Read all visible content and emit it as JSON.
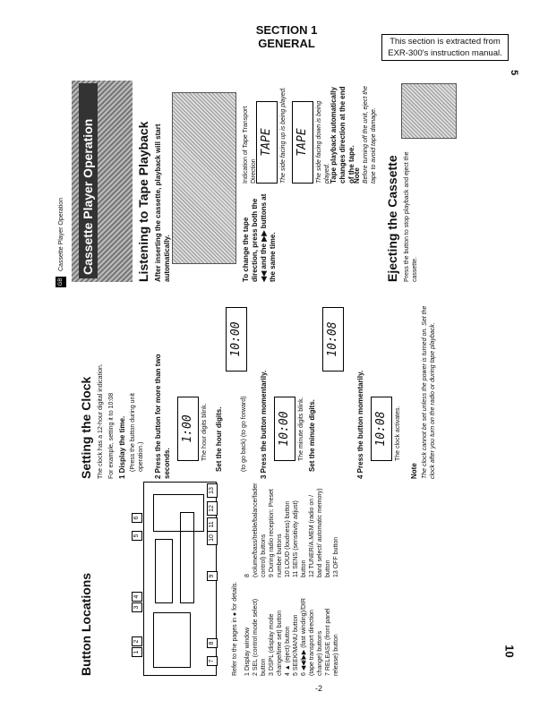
{
  "header": {
    "section": "SECTION 1",
    "general": "GENERAL",
    "note": "This section is extracted from EXR-300's instruction manual."
  },
  "page_numbers": {
    "left": "10",
    "right": "5",
    "tick": "-2"
  },
  "button_locations": {
    "title": "Button Locations",
    "intro": "Refer to the pages in ● for details.",
    "items": [
      "1 Display window",
      "2 SEL (control mode select) button",
      "3 DSPL (display mode change/time set) button",
      "4 ▲ (eject) button",
      "5 SEEK/MANU button",
      "6 ◀◀/▶▶ (fast winding)/DIR (tape transport direction change) buttons",
      "7 RELEASE (front panel release) button",
      "8 (volume/bass/treble/balance/fader control) buttons",
      "9 During radio reception: Preset number buttons",
      "10 LOUD (loudness) button",
      "11 SENS (sensitivity adjust) button",
      "12 TUNER/A.MEM (radio on / band select/ automatic memory) button",
      "13 OFF button"
    ],
    "callouts": [
      "1",
      "2",
      "3",
      "4",
      "5",
      "6",
      "7",
      "8",
      "9",
      "10",
      "11",
      "12",
      "13"
    ]
  },
  "setting_clock": {
    "title": "Setting the Clock",
    "intro": "The clock has a 12-hour digital indication.",
    "example": "For example, setting it to 10:08",
    "step1": "1 Display the time.",
    "step1b": "(Press the button during unit operation.)",
    "step2": "2 Press the button for more than two seconds.",
    "lcd1": "1:00",
    "cap1": "The hour digits blink.",
    "set_hour": "Set the hour digits.",
    "go": "(to go back) (to go forward)",
    "lcd2": "10:00",
    "step3": "3 Press the button momentarily.",
    "lcd3": "10:00",
    "cap3": "The minute digits blink.",
    "set_min": "Set the minute digits.",
    "lcd4": "10:08",
    "step4": "4 Press the button momentarily.",
    "lcd5": "10:08",
    "cap5": "The clock activates.",
    "note_title": "Note",
    "note": "The clock cannot be set unless the power is turned on. Set the clock after you turn on the radio or during tape playback."
  },
  "cassette": {
    "tab": "GB",
    "header": "Cassette Player Operation",
    "title": "Cassette Player Operation",
    "listening_title": "Listening to Tape Playback",
    "listening_text": "After inserting the cassette, playback will start automatically.",
    "direction_text": "To change the tape direction, press both the ◀◀ and the ▶▶ buttons at the same time.",
    "indication": "Indication of Tape Transport Direction",
    "lcd_a": "TAPE",
    "cap_a": "The side facing up is being played.",
    "lcd_b": "TAPE",
    "cap_b": "The side facing down is being played.",
    "auto": "Tape playback automatically changes direction at the end of the tape.",
    "note_title": "Note",
    "note": "Before turning off the unit, eject the tape to avoid tape damage.",
    "eject_title": "Ejecting the Cassette",
    "eject_text": "Press the button to stop playback and eject the cassette."
  }
}
